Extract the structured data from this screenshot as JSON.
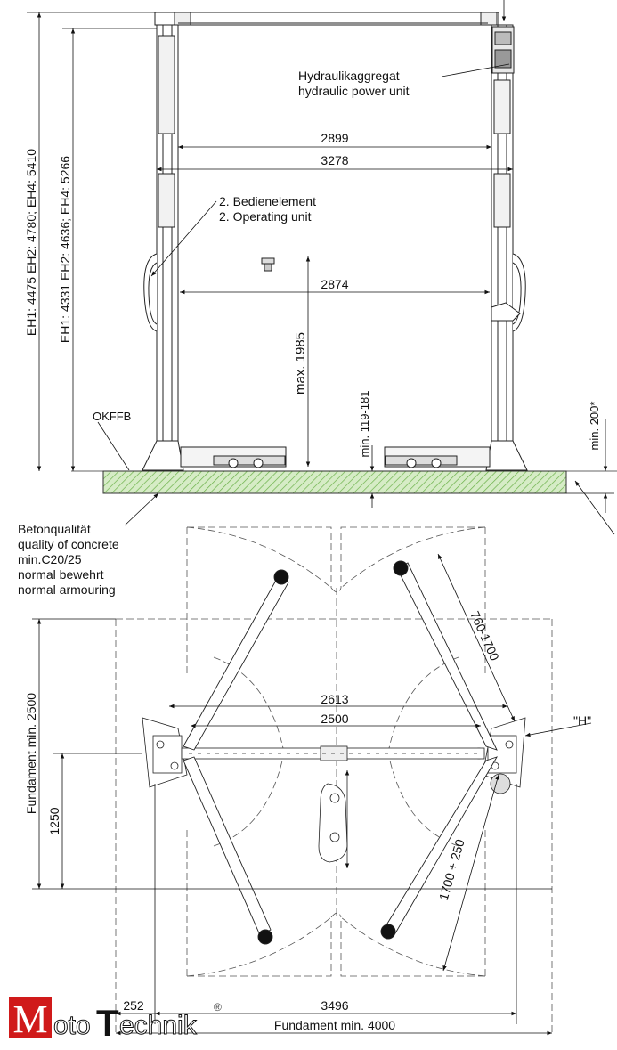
{
  "elevation": {
    "dims": {
      "d2899": "2899",
      "d3278": "3278",
      "d2874": "2874",
      "max1985": "max. 1985",
      "eh_outer": "EH1: 4475 EH2: 4780; EH4: 5410",
      "eh_inner": "EH1: 4331 EH2: 4636; EH4: 5266",
      "min200": "min. 200*",
      "min119": "min. 119-181"
    },
    "labels": {
      "power_de": "Hydraulikaggregat",
      "power_en": "hydraulic power unit",
      "op_de": "2. Bedienelement",
      "op_en": "2. Operating unit",
      "okffb": "OKFFB",
      "concrete": [
        "Betonqualität",
        "quality of concrete",
        "min.C20/25",
        "normal bewehrt",
        "normal armouring"
      ]
    }
  },
  "plan": {
    "dims": {
      "d2613": "2613",
      "d2500": "2500",
      "arm_range": "760-1700",
      "arm_ext": "1700 + 250",
      "d1250": "1250",
      "fund2500": "Fundament min. 2500",
      "d3496": "3496",
      "d252": "252",
      "fund4000": "Fundament min. 4000"
    },
    "labels": {
      "h": "\"H\""
    }
  },
  "logo": {
    "part1": "M",
    "part2": "oto",
    "part3": "T",
    "part4": "echnik",
    "reg": "®"
  }
}
